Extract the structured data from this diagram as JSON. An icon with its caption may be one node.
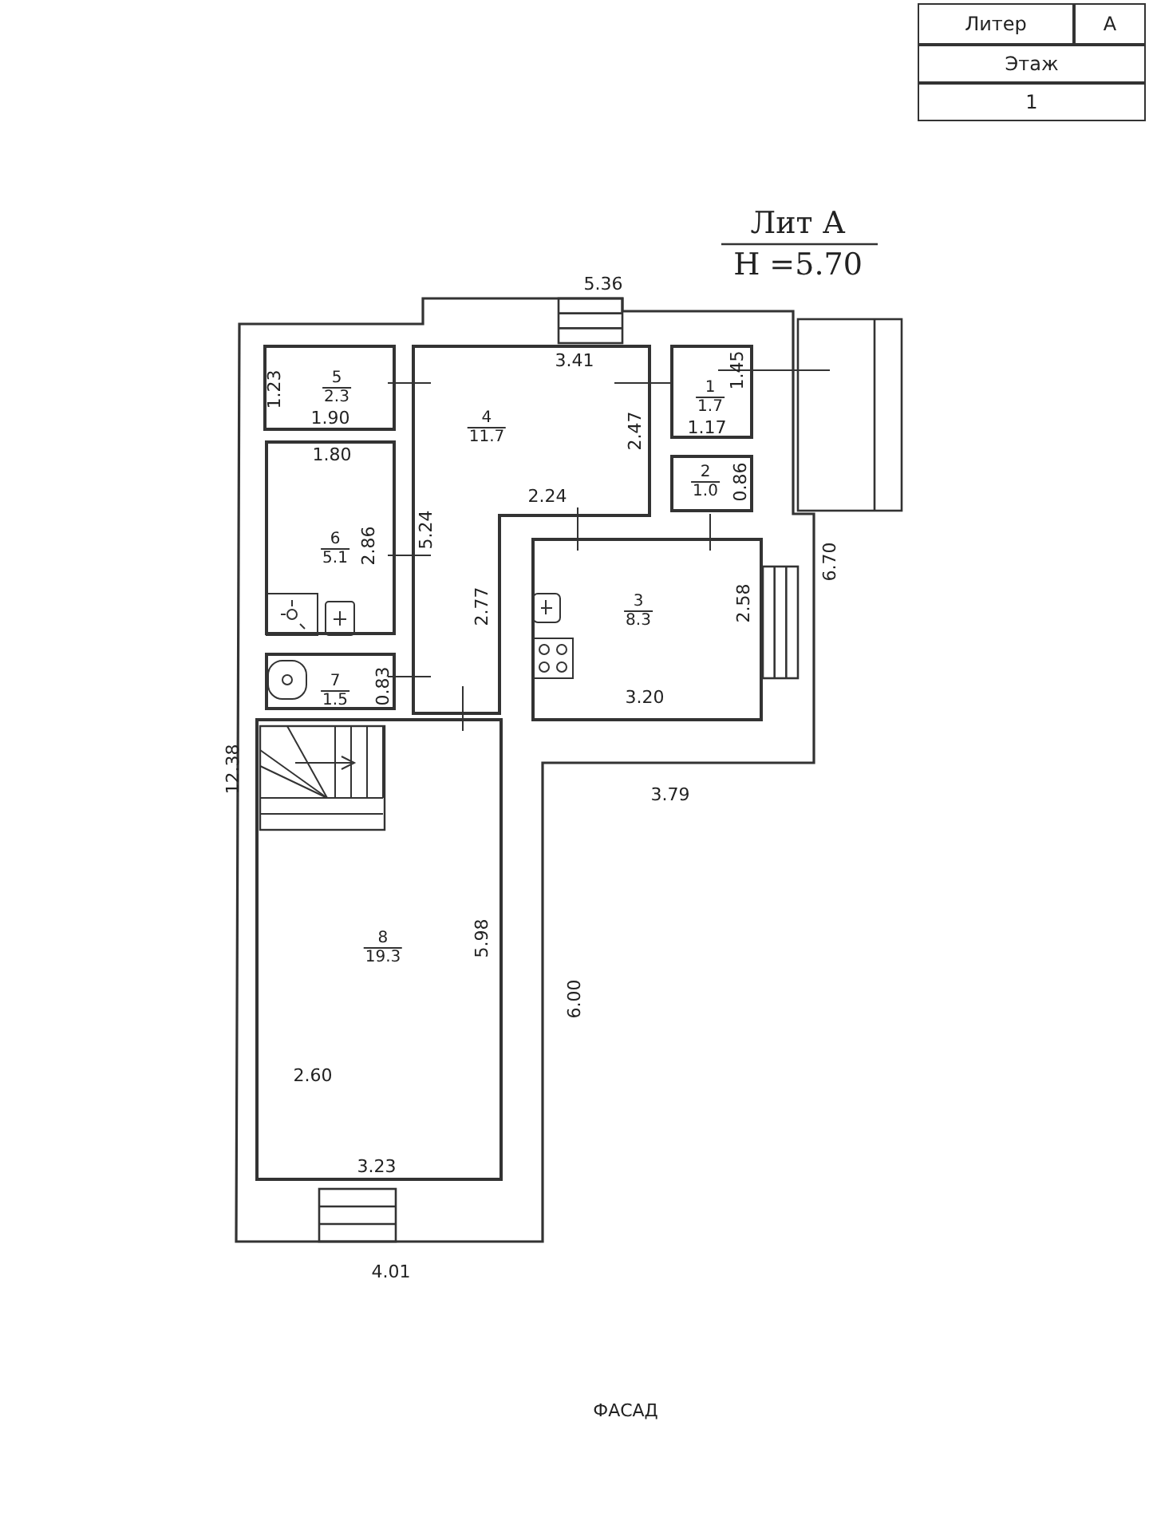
{
  "diagram": {
    "nodes": [
      {
        "text": [
          "1",
          "1.7"
        ]
      },
      {
        "text": [
          "2",
          "1.0"
        ]
      },
      {
        "text": [
          "3",
          "8.3"
        ]
      },
      {
        "text": [
          "4",
          "11.7"
        ]
      },
      {
        "text": [
          "5",
          "2.3"
        ]
      },
      {
        "text": [
          "6",
          "5.1"
        ]
      },
      {
        "text": [
          "7",
          "1.5"
        ]
      },
      {
        "text": [
          "8",
          "19.3"
        ]
      }
    ],
    "labels": [
      "Литер",
      "А",
      "Этаж",
      "1",
      "Лит А",
      "Н =5.70",
      "5.36",
      "3.41",
      "1.23",
      "1.45",
      "1.90",
      "2.47",
      "1.17",
      "1.80",
      "0.86",
      "2.24",
      "2.86",
      "5.24",
      "6.70",
      "2.77",
      "2.58",
      "0.83",
      "3.20",
      "12.38",
      "3.79",
      "6.00",
      "5.98",
      "2.60",
      "3.23",
      "4.01",
      "ФАСАД"
    ]
  }
}
